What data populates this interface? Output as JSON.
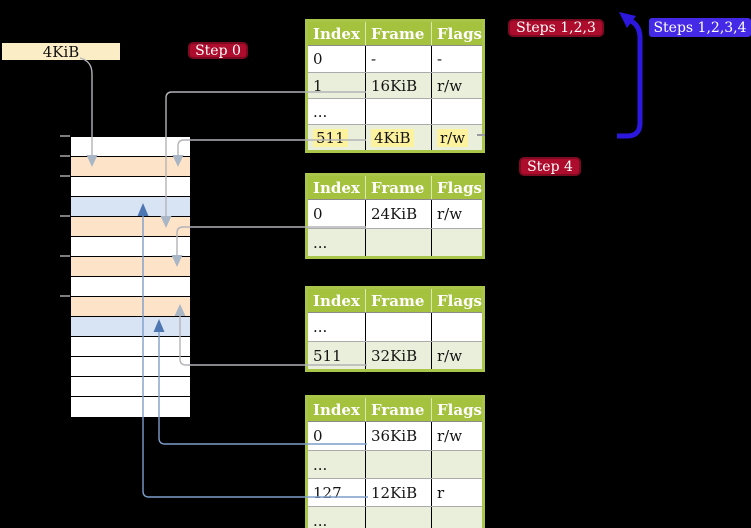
{
  "colors": {
    "background": "#000000",
    "table_header_bg": "#a4c23e",
    "table_border": "#a9c54a",
    "table_row_alt_bg": "#eaefdb",
    "highlight_bg": "#fdf39f",
    "badge_red_bg": "#ad0c2c",
    "badge_red_border": "#7c0a20",
    "badge_blue_bg": "#4429e6",
    "arrow_blue": "#2c17de",
    "page_box_bg": "#fbedc6",
    "mem_orange": "#fde3c8",
    "mem_blue": "#d8e4f4",
    "mem_white": "#ffffff",
    "line_gray": "#b3b3b8",
    "arrowhead_gray": "#a9b6c6",
    "line_blue": "#7d9ecb",
    "arrowhead_blue": "#4d77b2"
  },
  "labels": {
    "page_size": "4KiB",
    "step0": "Step 0",
    "steps123": "Steps 1,2,3",
    "steps1234": "Steps 1,2,3,4",
    "step4": "Step 4"
  },
  "tables": [
    {
      "name": "page-table-1",
      "headers": [
        "Index",
        "Frame",
        "Flags"
      ],
      "rows": [
        {
          "cells": [
            "0",
            "-",
            "-"
          ],
          "highlight": false
        },
        {
          "cells": [
            "1",
            "16KiB",
            "r/w"
          ],
          "highlight": false
        },
        {
          "cells": [
            "...",
            "",
            ""
          ],
          "highlight": false
        },
        {
          "cells": [
            "511",
            "4KiB",
            "r/w"
          ],
          "highlight": true
        }
      ]
    },
    {
      "name": "page-table-2",
      "headers": [
        "Index",
        "Frame",
        "Flags"
      ],
      "rows": [
        {
          "cells": [
            "0",
            "24KiB",
            "r/w"
          ],
          "highlight": false
        },
        {
          "cells": [
            "...",
            "",
            ""
          ],
          "highlight": false
        }
      ]
    },
    {
      "name": "page-table-3",
      "headers": [
        "Index",
        "Frame",
        "Flags"
      ],
      "rows": [
        {
          "cells": [
            "...",
            "",
            ""
          ],
          "highlight": false
        },
        {
          "cells": [
            "511",
            "32KiB",
            "r/w"
          ],
          "highlight": false
        }
      ]
    },
    {
      "name": "page-table-4",
      "headers": [
        "Index",
        "Frame",
        "Flags"
      ],
      "rows": [
        {
          "cells": [
            "0",
            "36KiB",
            "r/w"
          ],
          "highlight": false
        },
        {
          "cells": [
            "...",
            "",
            ""
          ],
          "highlight": false
        },
        {
          "cells": [
            "127",
            "12KiB",
            "r"
          ],
          "highlight": false
        },
        {
          "cells": [
            "...",
            "",
            ""
          ],
          "highlight": false
        }
      ]
    }
  ],
  "memory_map": {
    "rows": [
      "white",
      "orange",
      "white",
      "blue",
      "orange",
      "white",
      "orange",
      "white",
      "orange",
      "blue",
      "white",
      "white",
      "white",
      "white"
    ]
  }
}
